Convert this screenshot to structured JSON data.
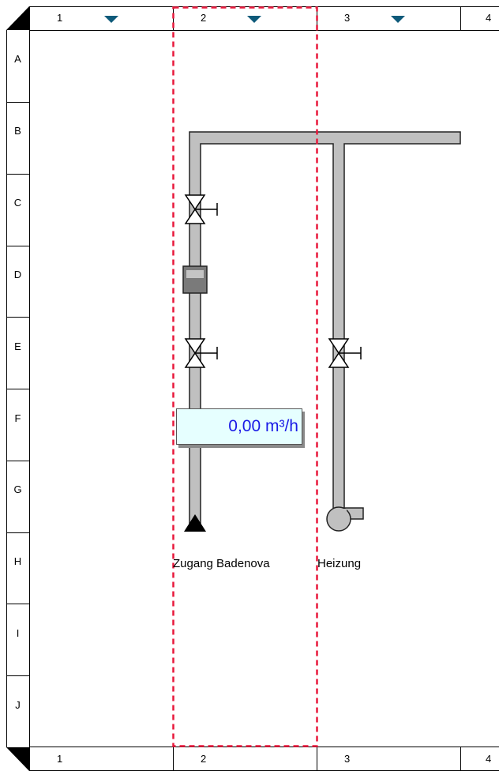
{
  "columns": {
    "top": [
      "1",
      "2",
      "3",
      "4"
    ],
    "bottom": [
      "1",
      "2",
      "3",
      "4"
    ]
  },
  "rows": [
    "A",
    "B",
    "C",
    "D",
    "E",
    "F",
    "G",
    "H",
    "I",
    "J"
  ],
  "flow_display": {
    "value": "0,00 m³/h"
  },
  "labels": {
    "zugang": "Zugang Badenova",
    "heizung": "Heizung"
  },
  "icons": {
    "column_dropdown": "triangle-down-icon",
    "valve": "valve-icon",
    "meter": "meter-icon",
    "pump": "pump-icon",
    "inlet": "inlet-triangle-icon"
  },
  "colors": {
    "pipe": "#c0c0c0",
    "selection": "#e8193c",
    "dropdown": "#0e5a7a",
    "flow_text": "#1a1ae6",
    "flow_bg": "#e6ffff"
  }
}
